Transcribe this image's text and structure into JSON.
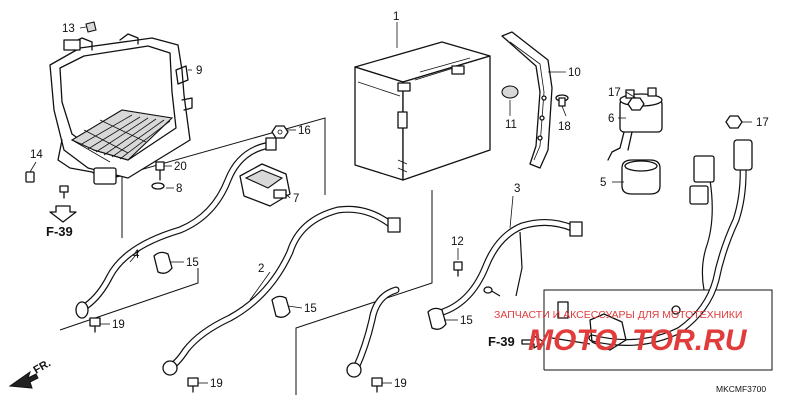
{
  "diagram": {
    "code": "MKCMF3700",
    "reference": "F-39",
    "front_label": "FR.",
    "watermark": {
      "line1": "ЗАПЧАСТИ И АКСЕССУАРЫ ДЛЯ МОТОТЕХНИКИ",
      "line2_a": "MOTO",
      "line2_b": "TOR.RU"
    },
    "callouts": [
      "1",
      "2",
      "3",
      "4",
      "5",
      "6",
      "7",
      "8",
      "9",
      "10",
      "11",
      "12",
      "13",
      "14",
      "15",
      "16",
      "17",
      "18",
      "19",
      "20"
    ],
    "colors": {
      "line": "#111111",
      "watermark": "#e23b3b",
      "background": "#ffffff"
    }
  }
}
